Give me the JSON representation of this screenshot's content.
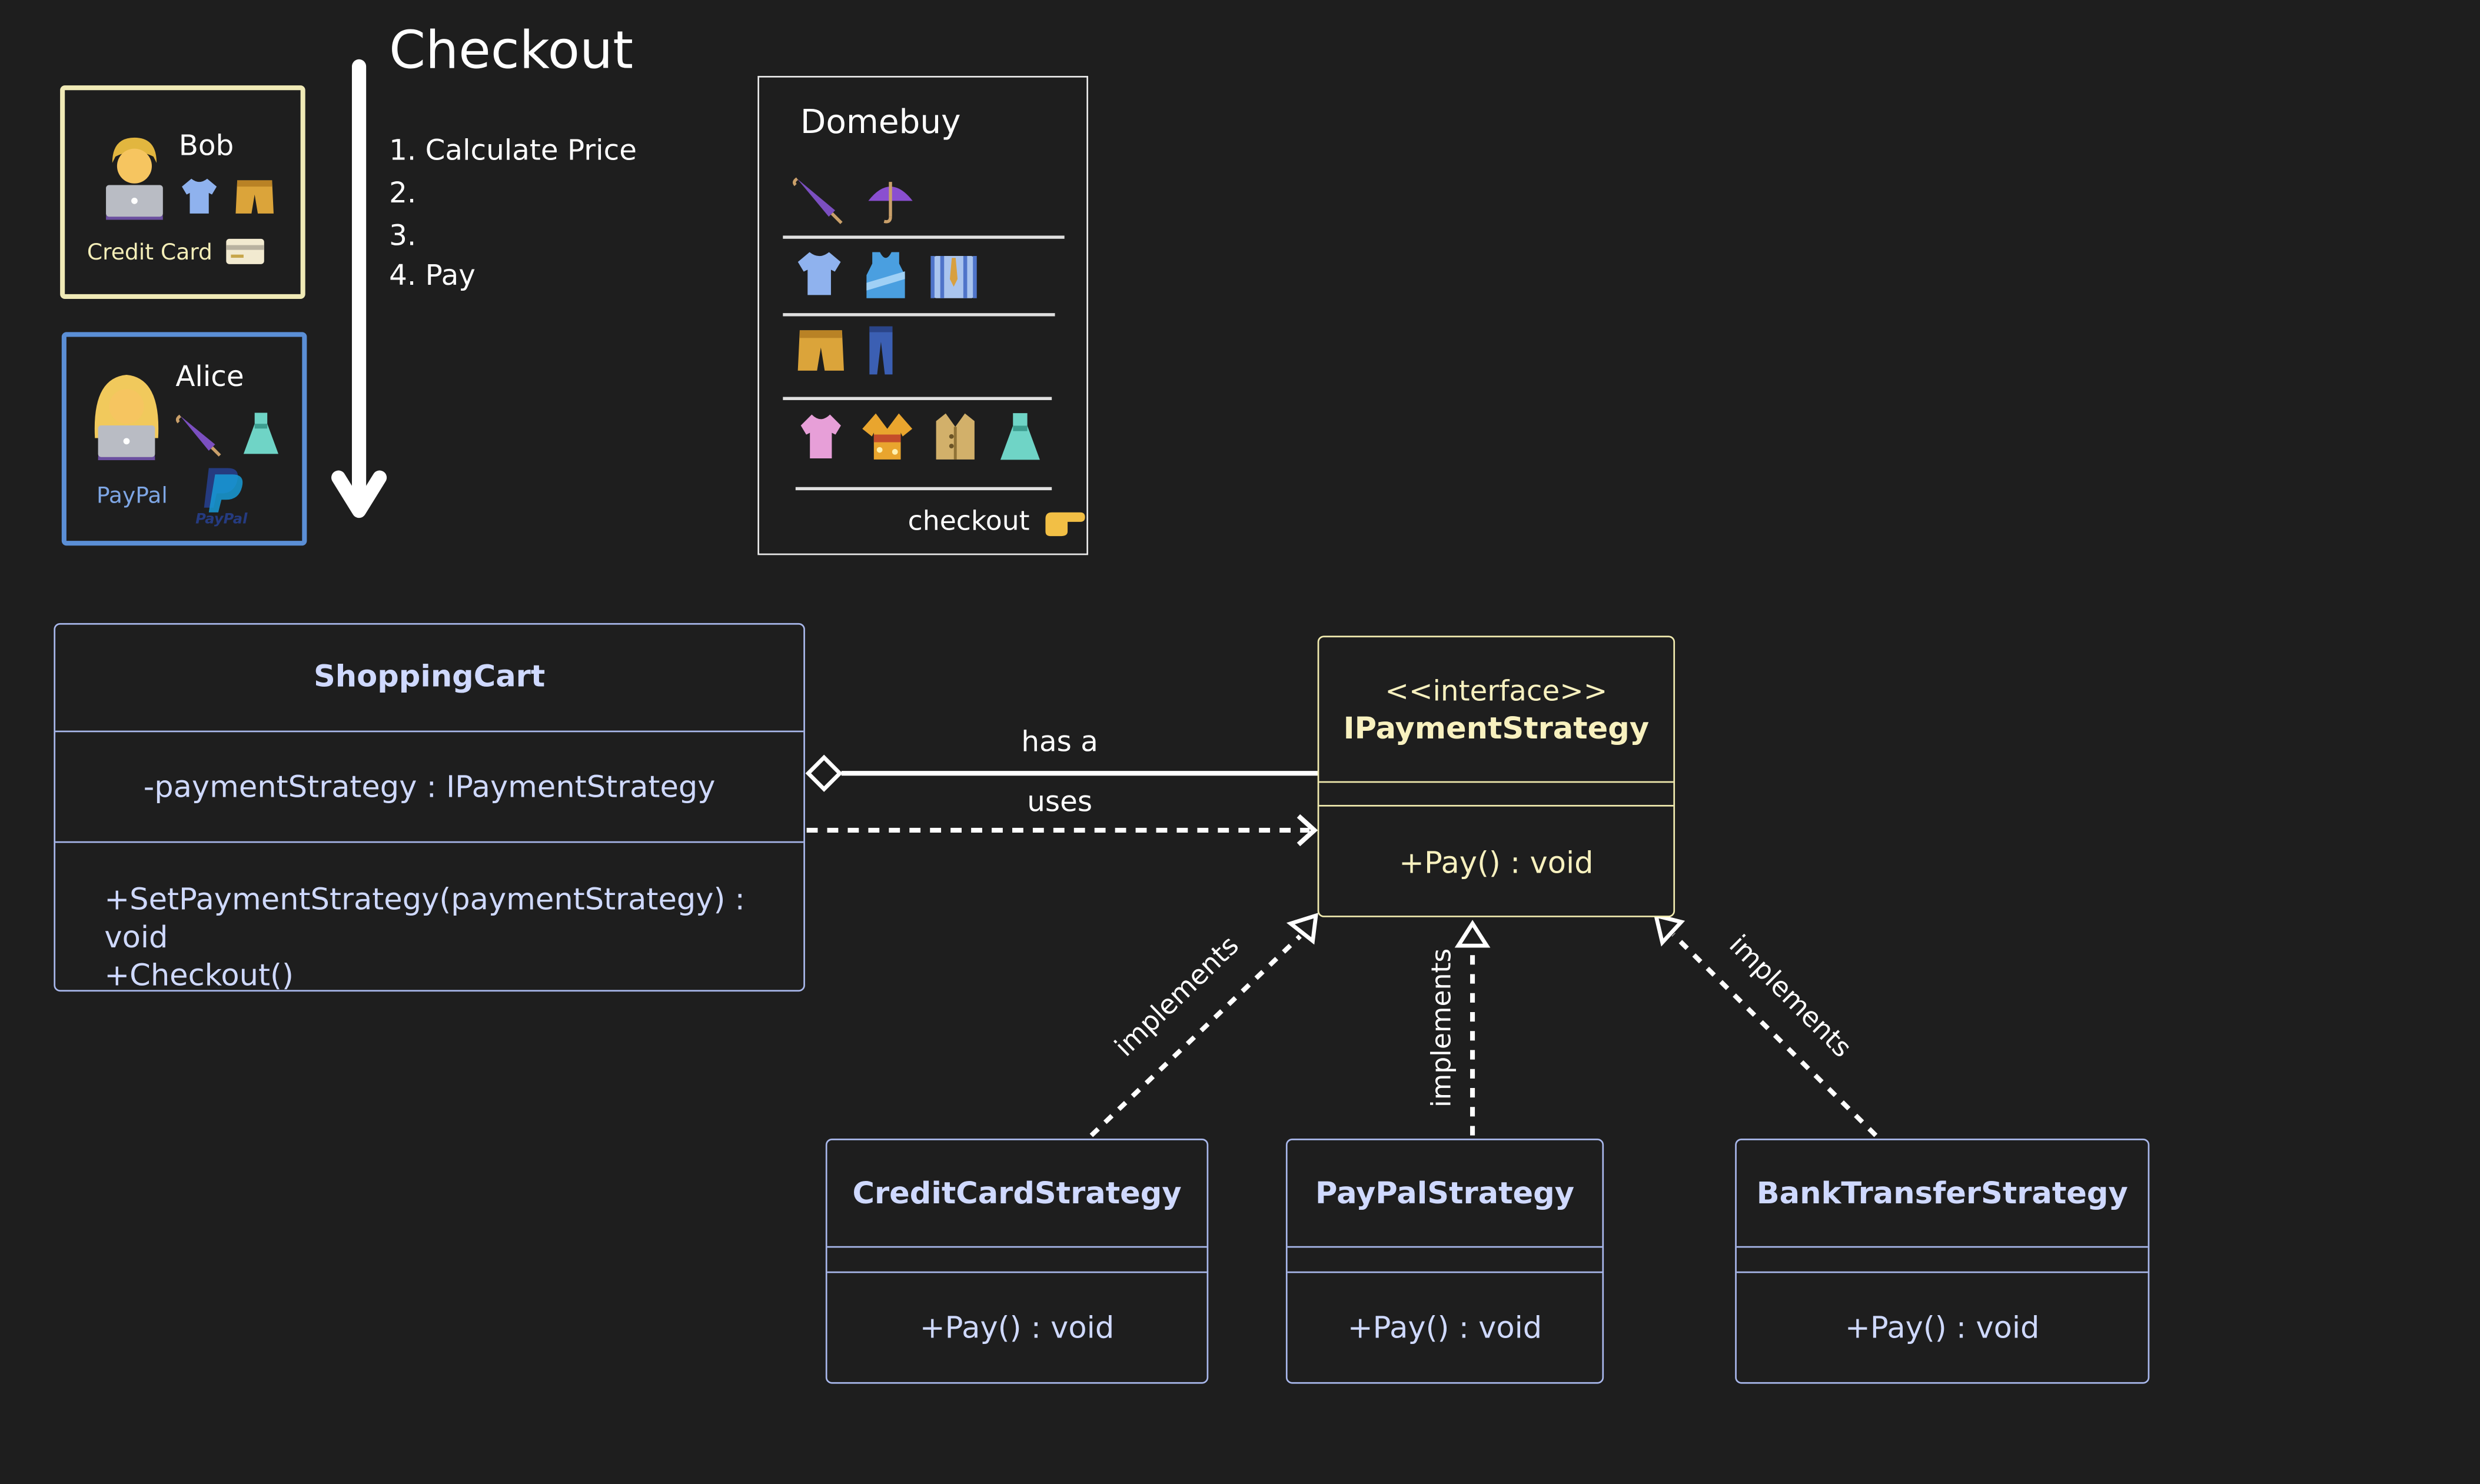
{
  "users": [
    {
      "name": "Bob",
      "payment_label": "Credit Card",
      "border_color": "#f0eab6",
      "label_color": "#f4eeb8",
      "items": [
        "shirt-icon",
        "shorts-icon"
      ],
      "payment_icon": "credit-card-icon"
    },
    {
      "name": "Alice",
      "payment_label": "PayPal",
      "border_color": "#5b8fd6",
      "label_color": "#7ea6e4",
      "items": [
        "closed-umbrella-icon",
        "dress-icon"
      ],
      "payment_icon": "paypal-logo-icon",
      "logo_text": "PayPal"
    }
  ],
  "checkout": {
    "title": "Checkout",
    "steps": [
      "1. Calculate Price",
      "2.",
      "3.",
      "4. Pay"
    ]
  },
  "store": {
    "name": "Domebuy",
    "shelves": [
      [
        "closed-umbrella-icon",
        "umbrella-icon"
      ],
      [
        "shirt-icon",
        "tank-top-icon",
        "shirt-tie-icon"
      ],
      [
        "shorts-icon",
        "jeans-icon"
      ],
      [
        "blouse-icon",
        "kimono-icon",
        "coat-icon",
        "dress-icon"
      ]
    ],
    "checkout_label": "checkout",
    "checkout_icon": "pointing-hand-icon"
  },
  "uml": {
    "shopping_cart": {
      "name": "ShoppingCart",
      "attribute": "-paymentStrategy : IPaymentStrategy",
      "methods": [
        "+SetPaymentStrategy(paymentStrategy) : void",
        "+Checkout()"
      ]
    },
    "interface": {
      "stereotype": "<<interface>>",
      "name": "IPaymentStrategy",
      "method": "+Pay() : void"
    },
    "strategies": [
      {
        "name": "CreditCardStrategy",
        "method": "+Pay() : void"
      },
      {
        "name": "PayPalStrategy",
        "method": "+Pay() : void"
      },
      {
        "name": "BankTransferStrategy",
        "method": "+Pay() : void"
      }
    ],
    "relations": {
      "has_a": "has a",
      "uses": "uses",
      "implements": "implements"
    }
  },
  "colors": {
    "background": "#1e1e1e",
    "class_border": "#a9b8ec",
    "interface_border": "#f2ecb0"
  }
}
